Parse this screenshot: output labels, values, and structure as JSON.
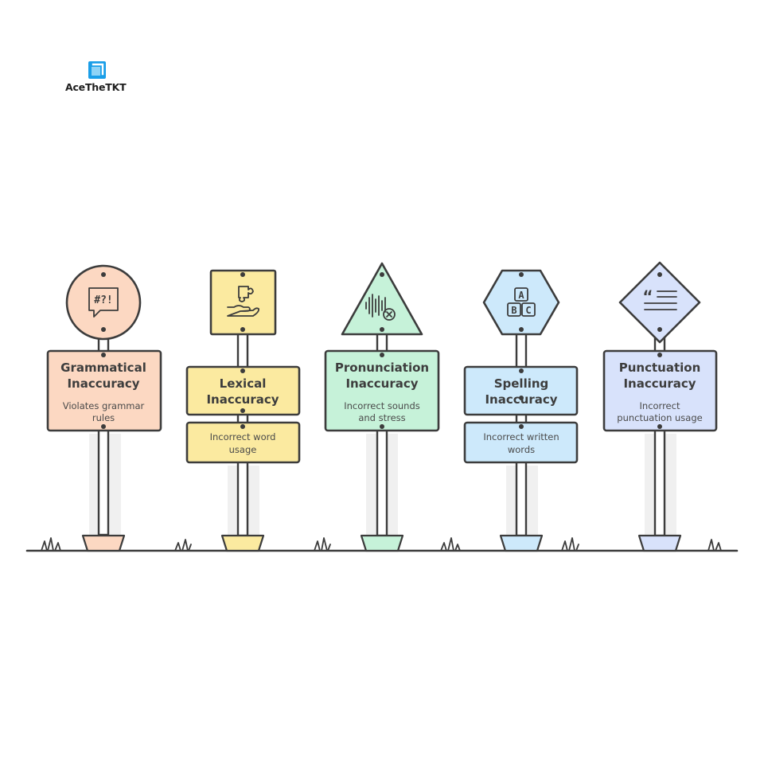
{
  "brand": {
    "name": "AceTheTKT",
    "accent": "#1a9ee8"
  },
  "signs": [
    {
      "id": "grammatical",
      "title_line1": "Grammatical",
      "title_line2": "Inaccuracy",
      "desc_line1": "Violates grammar",
      "desc_line2": "rules",
      "icon": "speech-bubble-symbols-icon",
      "icon_text": "#?!",
      "shape": "circle",
      "color": "#fcd8c2"
    },
    {
      "id": "lexical",
      "title_line1": "Lexical",
      "title_line2": "Inaccuracy",
      "desc_line1": "Incorrect word",
      "desc_line2": "usage",
      "icon": "puzzle-hand-icon",
      "shape": "square",
      "color": "#fbeaa0"
    },
    {
      "id": "pronunciation",
      "title_line1": "Pronunciation",
      "title_line2": "Inaccuracy",
      "desc_line1": "Incorrect sounds",
      "desc_line2": "and stress",
      "icon": "soundwave-x-icon",
      "shape": "triangle",
      "color": "#c6f2d9"
    },
    {
      "id": "spelling",
      "title_line1": "Spelling",
      "title_line2": "Inaccuracy",
      "desc_line1": "Incorrect written",
      "desc_line2": "words",
      "icon": "abc-blocks-icon",
      "icon_letters": [
        "A",
        "B",
        "C"
      ],
      "shape": "hexagon",
      "color": "#cde9fb"
    },
    {
      "id": "punctuation",
      "title_line1": "Punctuation",
      "title_line2": "Inaccuracy",
      "desc_line1": "Incorrect",
      "desc_line2": "punctuation usage",
      "icon": "quote-lines-icon",
      "icon_text": "“",
      "shape": "diamond",
      "color": "#d8e2fb"
    }
  ]
}
